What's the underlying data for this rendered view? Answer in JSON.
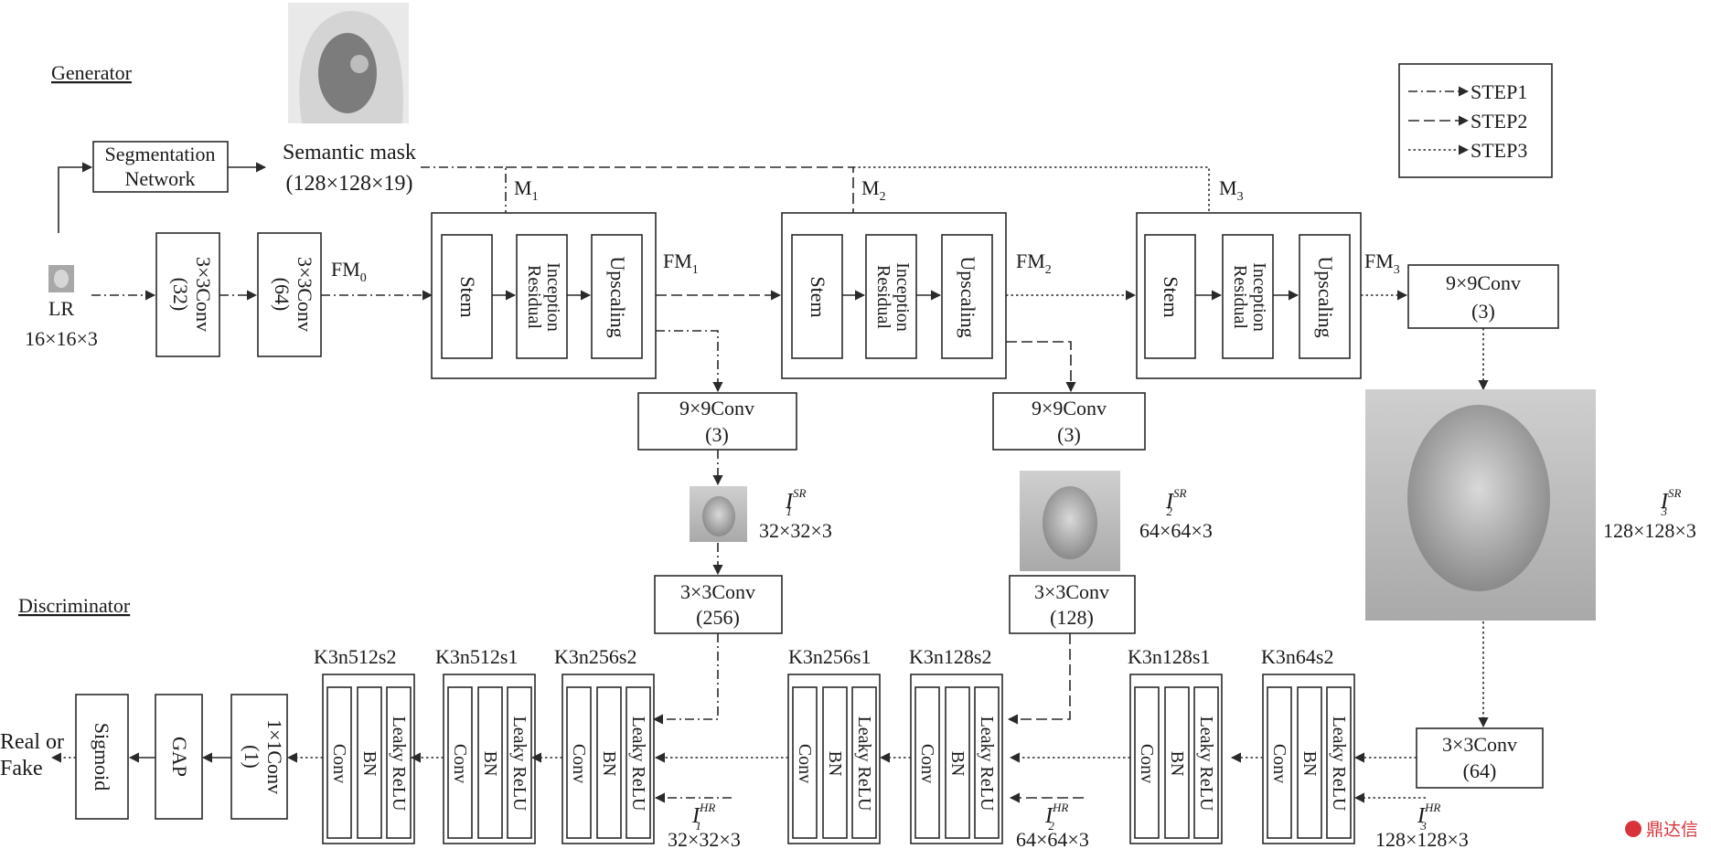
{
  "section_labels": {
    "generator": "Generator",
    "discriminator": "Discriminator"
  },
  "legend": {
    "items": [
      "STEP1",
      "STEP2",
      "STEP3"
    ]
  },
  "segmentation": {
    "line1": "Segmentation",
    "line2": "Network"
  },
  "semantic_mask": {
    "line1": "Semantic mask",
    "line2": "(128×128×19)"
  },
  "input": {
    "label": "LR",
    "size": "16×16×3"
  },
  "convs": {
    "c1": {
      "line1": "3×3Conv",
      "line2": "(32)"
    },
    "c2": {
      "line1": "3×3Conv",
      "line2": "(64)"
    }
  },
  "fm": {
    "fm0": "FM",
    "fm0_sub": "0",
    "fm1": "FM",
    "fm1_sub": "1",
    "fm2": "FM",
    "fm2_sub": "2",
    "fm3": "FM",
    "fm3_sub": "3"
  },
  "masks": {
    "m": "M",
    "m1_sub": "1",
    "m2_sub": "2",
    "m3_sub": "3"
  },
  "block": {
    "stem": "Stem",
    "inception_l1": "Inception",
    "inception_l2": "Residual",
    "upscaling": "Upscaling"
  },
  "out_convs": {
    "line1": "9×9Conv",
    "line2": "(3)"
  },
  "outputs": {
    "i_symbol": "I",
    "sr": "SR",
    "hr": "HR",
    "o1_sub": "1",
    "o1_size": "32×32×3",
    "o2_sub": "2",
    "o2_size": "64×64×3",
    "o3_sub": "3",
    "o3_size": "128×128×3"
  },
  "disc_convs": {
    "d256": {
      "line1": "3×3Conv",
      "line2": "(256)"
    },
    "d128": {
      "line1": "3×3Conv",
      "line2": "(128)"
    },
    "d64": {
      "line1": "3×3Conv",
      "line2": "(64)"
    }
  },
  "disc_blocks": [
    "K3n512s2",
    "K3n512s1",
    "K3n256s2",
    "K3n256s1",
    "K3n128s2",
    "K3n128s1",
    "K3n64s2"
  ],
  "disc_inner": {
    "conv": "Conv",
    "bn": "BN",
    "leaky": "Leaky ReLU"
  },
  "disc_head": {
    "conv1x1_l1": "1×1Conv",
    "conv1x1_l2": "(1)",
    "gap": "GAP",
    "sigmoid": "Sigmoid"
  },
  "result": {
    "line1": "Real or",
    "line2": "Fake"
  },
  "hr_inputs": {
    "h1_sub": "1",
    "h1_size": "32×32×3",
    "h2_sub": "2",
    "h2_size": "64×64×3",
    "h3_sub": "3",
    "h3_size": "128×128×3"
  },
  "watermark": "鼎达信"
}
